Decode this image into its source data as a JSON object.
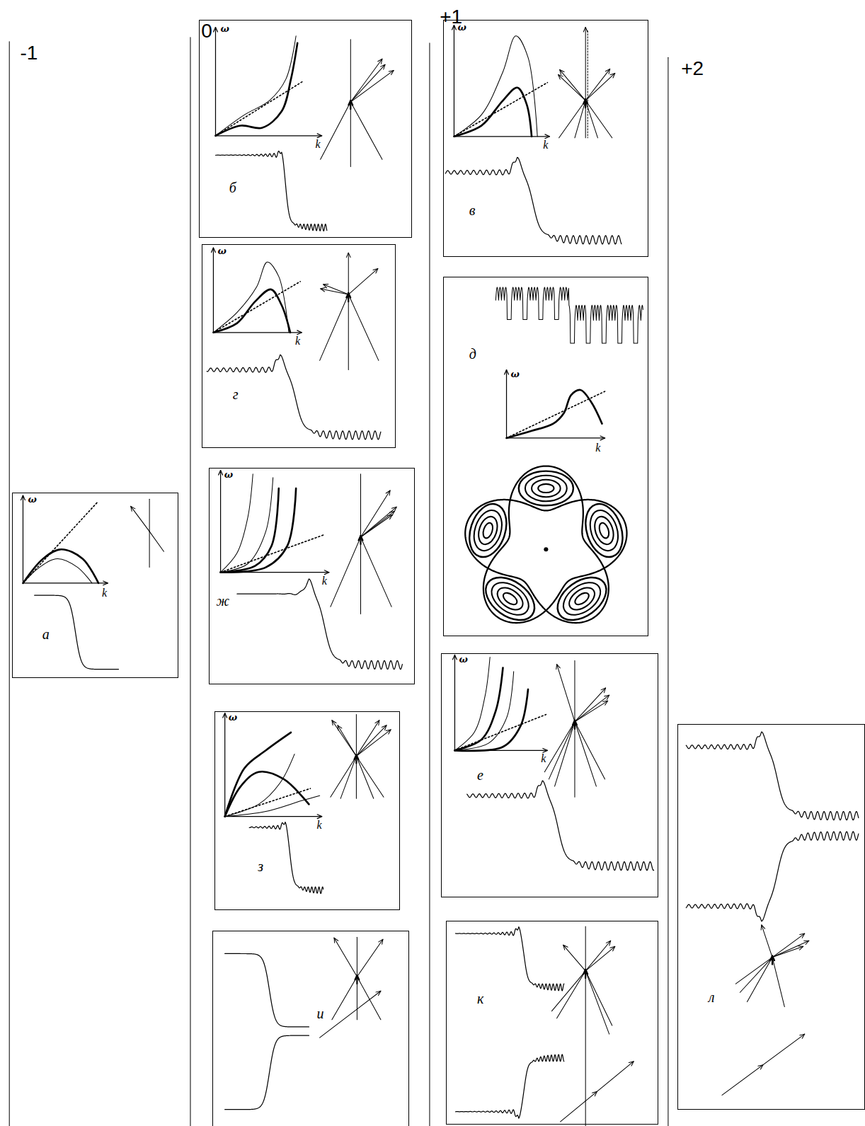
{
  "diagram": {
    "nodes": [
      {
        "text": [
          "ω",
          "k",
          "а"
        ]
      },
      {
        "text": [
          "ω",
          "k",
          "б"
        ]
      },
      {
        "text": [
          "ω",
          "k",
          "г"
        ]
      },
      {
        "text": [
          "ω",
          "k",
          "ж"
        ]
      },
      {
        "text": [
          "ω",
          "k",
          "з"
        ]
      },
      {
        "text": [
          "и"
        ]
      },
      {
        "text": [
          "ω",
          "k",
          "в"
        ]
      },
      {
        "text": [
          "д",
          "ω",
          "k"
        ]
      },
      {
        "text": [
          "ω",
          "k",
          "е"
        ]
      },
      {
        "text": [
          "к"
        ]
      },
      {
        "text": [
          "л"
        ]
      }
    ],
    "labels": [
      "-1",
      "0",
      "+1",
      "+2"
    ]
  }
}
